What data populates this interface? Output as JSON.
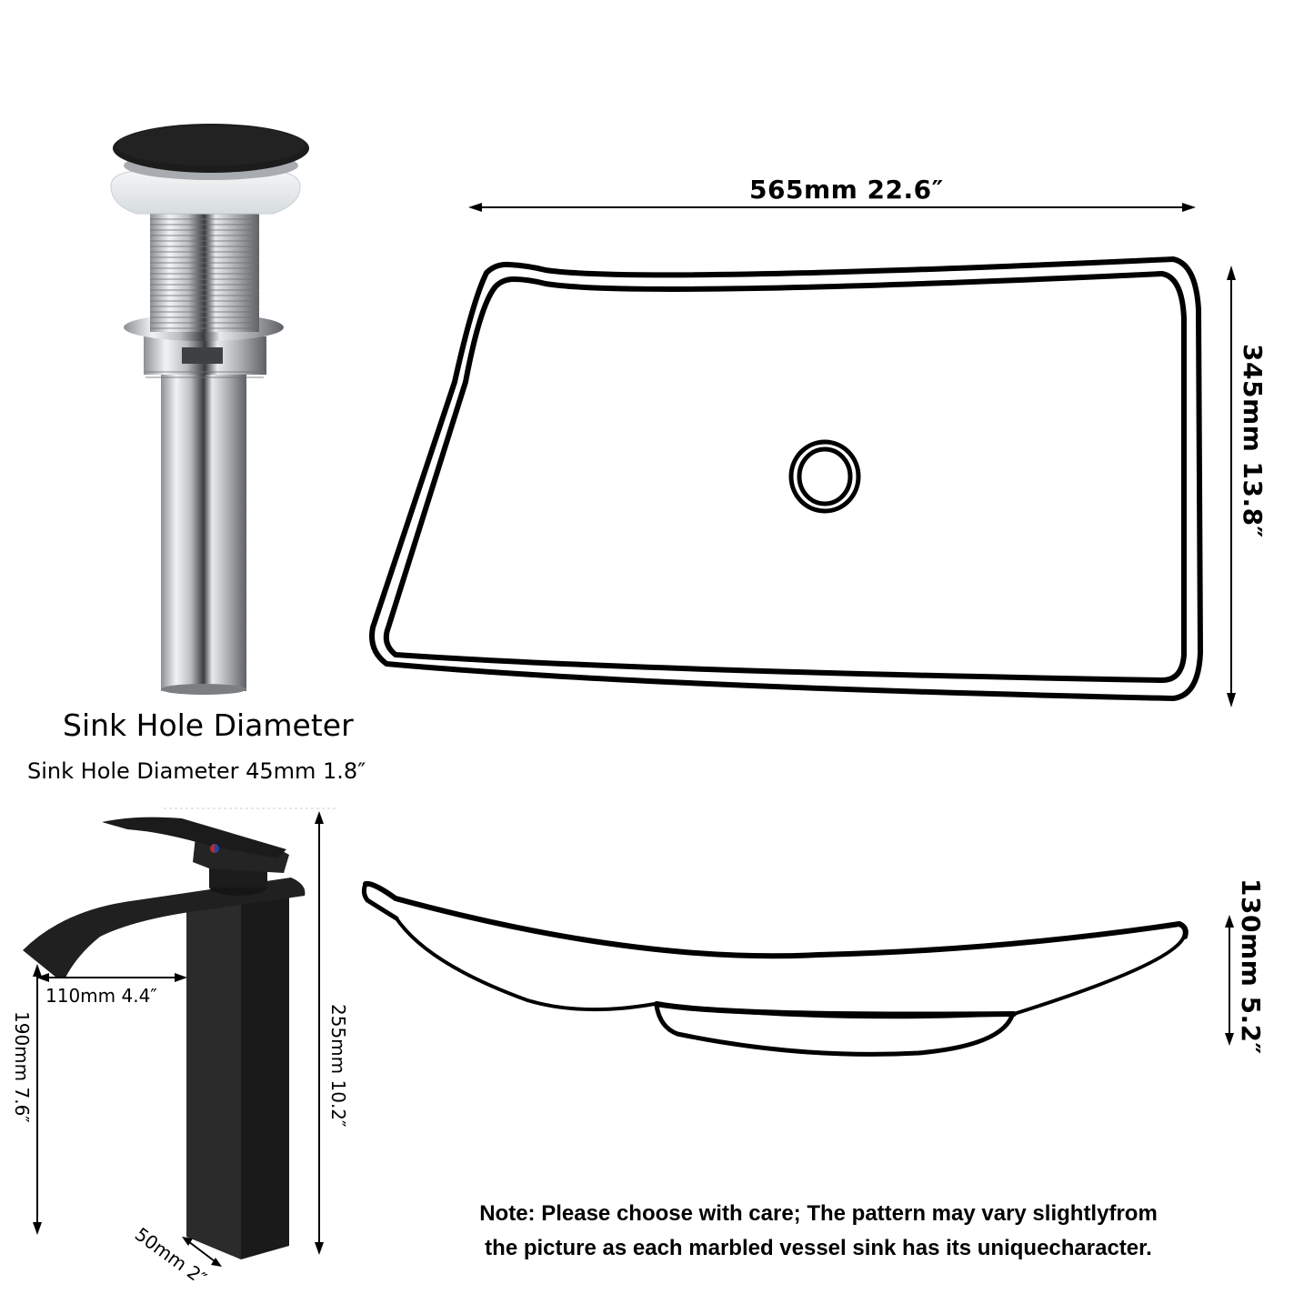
{
  "sink_top_view": {
    "width_label": "565mm 22.6″",
    "depth_label": "345mm 13.8″"
  },
  "sink_side_view": {
    "height_label": "130mm  5.2″"
  },
  "drain": {
    "title": "Sink Hole Diameter",
    "subtitle": "Sink Hole Diameter 45mm 1.8″",
    "cap_color": "#1c1c1c",
    "body_color": "#c8cacc"
  },
  "faucet": {
    "spout_reach_label": "110mm 4.4″",
    "spout_height_label": "190mm 7.6″",
    "total_height_label": "255mm 10.2″",
    "base_width_label": "50mm 2″",
    "color": "#1e1e1e"
  },
  "note": {
    "line1": "Note: Please choose with care;  The pattern may vary slightlyfrom",
    "line2": "the picture as each marbled vessel sink has its uniquecharacter."
  }
}
